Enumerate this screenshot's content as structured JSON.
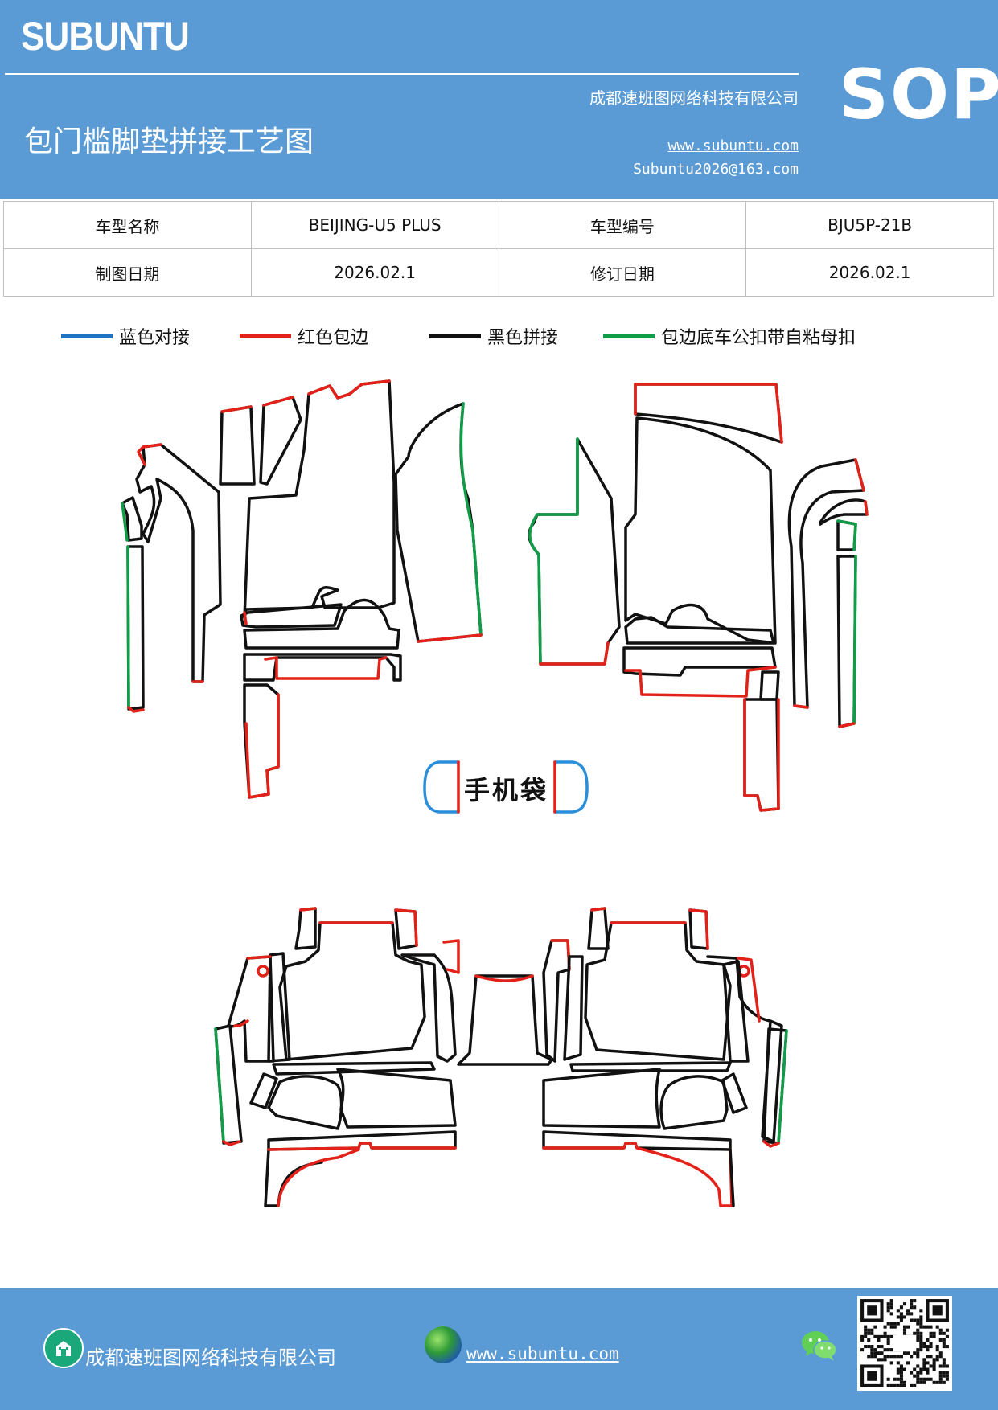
{
  "header": {
    "brand": "SUBUNTU",
    "company": "成都速班图网络科技有限公司",
    "title": "包门槛脚垫拼接工艺图",
    "website": "www.subuntu.com",
    "email": "Subuntu2026@163.com",
    "sop": "SOP"
  },
  "info": {
    "model_name_label": "车型名称",
    "model_name": "BEIJING-U5 PLUS",
    "model_code_label": "车型编号",
    "model_code": "BJU5P-21B",
    "draw_date_label": "制图日期",
    "draw_date": "2026.02.1",
    "revise_date_label": "修订日期",
    "revise_date": "2026.02.1"
  },
  "legend": {
    "blue": {
      "label": "蓝色对接",
      "color": "#1f73c4"
    },
    "red": {
      "label": "红色包边",
      "color": "#e32119"
    },
    "black": {
      "label": "黑色拼接",
      "color": "#111111"
    },
    "green": {
      "label": "包边底车公扣带自粘母扣",
      "color": "#0f9d48"
    }
  },
  "diagram": {
    "phone_bag_label": "手机袋"
  },
  "footer": {
    "company": "成都速班图网络科技有限公司",
    "website": "www.subuntu.com",
    "icons": [
      "building-icon",
      "globe-icon",
      "wechat-icon",
      "qr-code"
    ]
  }
}
